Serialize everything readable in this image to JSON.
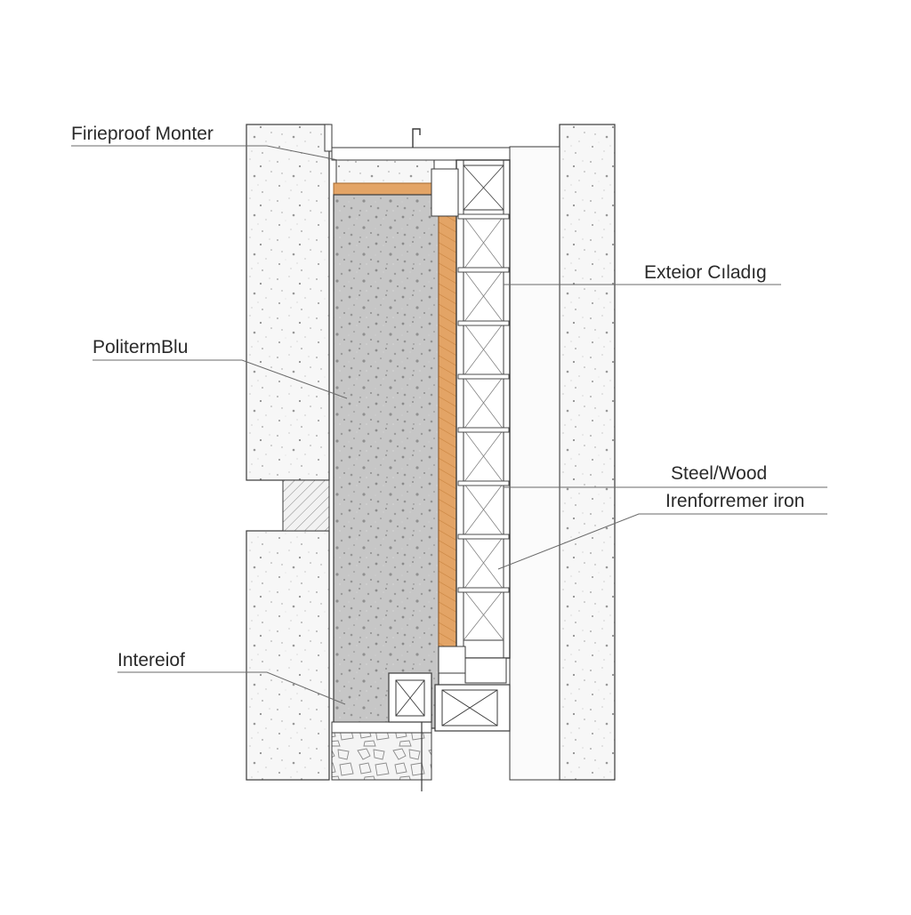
{
  "labels": {
    "fireproof": "Firieproof Monter",
    "polyterm": "PolitermBlu",
    "interior": "Intereiof",
    "cladding": "Exteior Cıladıg",
    "steel": "Steel/Wood",
    "reinforcement": "Irenforremer iron"
  },
  "colors": {
    "line": "#3a3a3a",
    "leader": "#6a6a6a",
    "concrete": "#f6f6f6",
    "core": "#c9c9c9",
    "timber": "#e3a466",
    "timber_dark": "#c9843f",
    "frame": "#ffffff"
  }
}
